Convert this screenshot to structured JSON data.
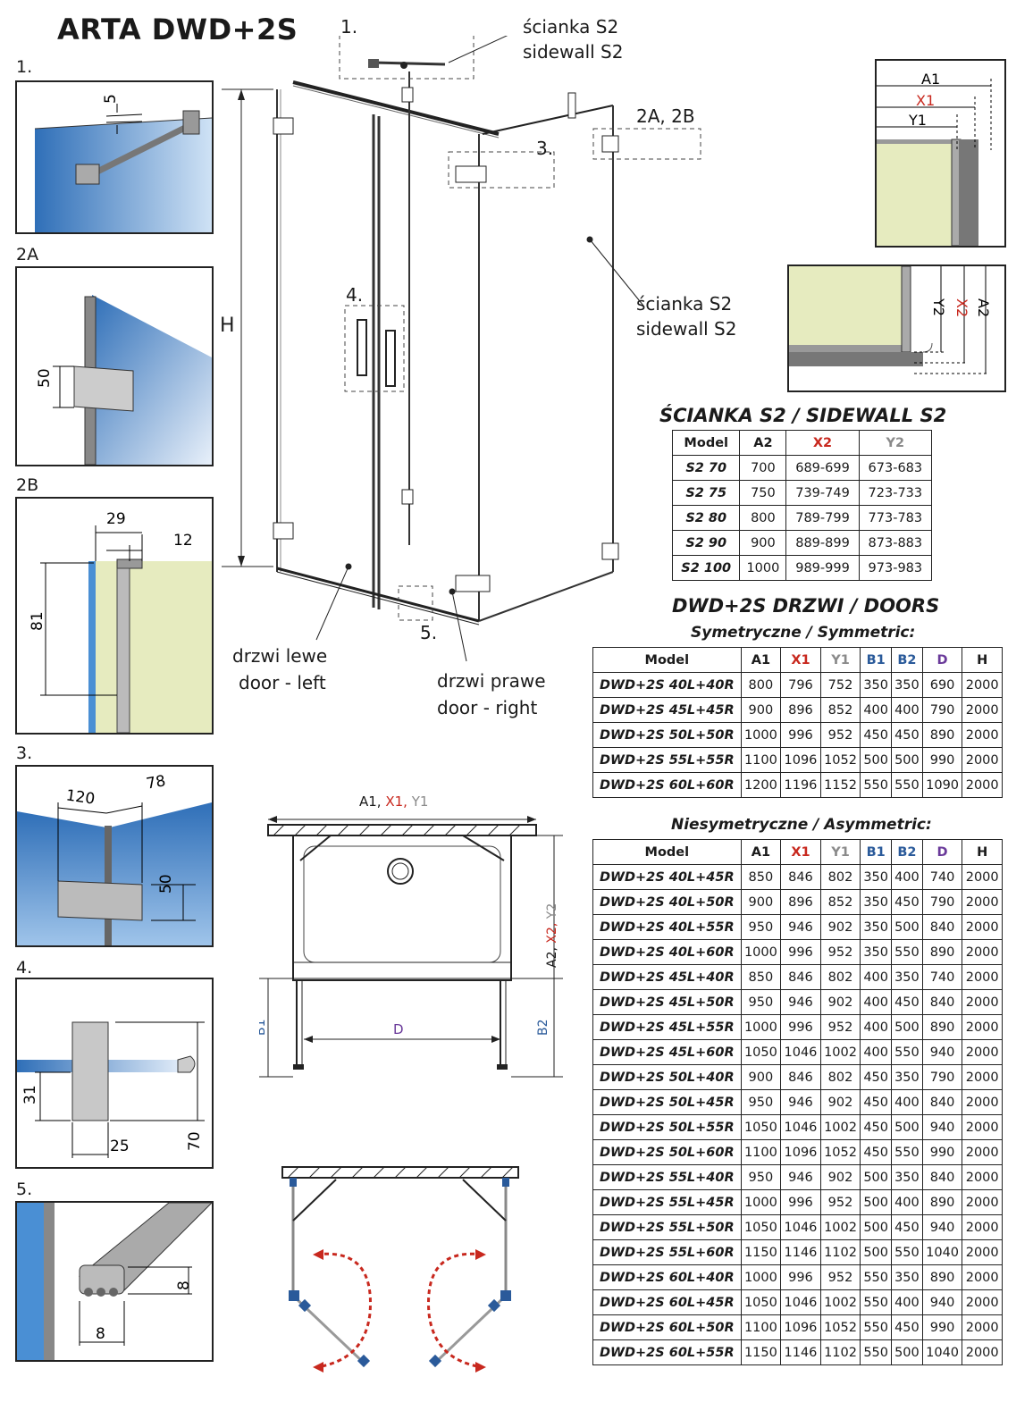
{
  "title": "ARTA DWD+2S",
  "callouts": {
    "c1": "1.",
    "sidewall_pl": "ścianka S2",
    "sidewall_en": "sidewall S2",
    "c2": "2A, 2B",
    "c3": "3.",
    "c4": "4.",
    "c5": "5.",
    "height": "H",
    "door_left_pl": "drzwi lewe",
    "door_left_en": "door - left",
    "door_right_pl": "drzwi prawe",
    "door_right_en": "door - right"
  },
  "detail_panels": [
    {
      "label": "1.",
      "dims": [
        "5"
      ]
    },
    {
      "label": "2A",
      "dims": [
        "50"
      ]
    },
    {
      "label": "2B",
      "dims": [
        "29",
        "12",
        "81"
      ]
    },
    {
      "label": "3.",
      "dims": [
        "120",
        "78",
        "50"
      ]
    },
    {
      "label": "4.",
      "dims": [
        "31",
        "25",
        "70"
      ]
    },
    {
      "label": "5.",
      "dims": [
        "8",
        "8"
      ]
    }
  ],
  "corner_details": {
    "top": {
      "a": "A1",
      "x": "X1",
      "y": "Y1"
    },
    "side": {
      "a": "A2",
      "x": "X2",
      "y": "Y2"
    }
  },
  "plan": {
    "width_a": "A1, ",
    "width_x": "X1,",
    "width_y": " Y1",
    "depth_a": "A2, ",
    "depth_x": "X2,",
    "depth_y": " Y2",
    "b1": "B1",
    "b2": "B2",
    "d": "D"
  },
  "colors": {
    "glass": "#4a8fd4",
    "wall": "#e6ebbf",
    "red": "#c8281e",
    "blue_label": "#2a5a9a",
    "purple_label": "#6a3a9a"
  },
  "sidewall_table": {
    "heading": "ŚCIANKA S2 / SIDEWALL S2",
    "columns": [
      "Model",
      "A2",
      "X2",
      "Y2"
    ],
    "rows": [
      [
        "S2 70",
        "700",
        "689-699",
        "673-683"
      ],
      [
        "S2 75",
        "750",
        "739-749",
        "723-733"
      ],
      [
        "S2 80",
        "800",
        "789-799",
        "773-783"
      ],
      [
        "S2 90",
        "900",
        "889-899",
        "873-883"
      ],
      [
        "S2 100",
        "1000",
        "989-999",
        "973-983"
      ]
    ]
  },
  "doors_heading": "DWD+2S DRZWI / DOORS",
  "symmetric_table": {
    "heading": "Symetryczne / Symmetric:",
    "columns": [
      "Model",
      "A1",
      "X1",
      "Y1",
      "B1",
      "B2",
      "D",
      "H"
    ],
    "rows": [
      [
        "DWD+2S 40L+40R",
        "800",
        "796",
        "752",
        "350",
        "350",
        "690",
        "2000"
      ],
      [
        "DWD+2S 45L+45R",
        "900",
        "896",
        "852",
        "400",
        "400",
        "790",
        "2000"
      ],
      [
        "DWD+2S 50L+50R",
        "1000",
        "996",
        "952",
        "450",
        "450",
        "890",
        "2000"
      ],
      [
        "DWD+2S 55L+55R",
        "1100",
        "1096",
        "1052",
        "500",
        "500",
        "990",
        "2000"
      ],
      [
        "DWD+2S 60L+60R",
        "1200",
        "1196",
        "1152",
        "550",
        "550",
        "1090",
        "2000"
      ]
    ]
  },
  "asymmetric_table": {
    "heading": "Niesymetryczne / Asymmetric:",
    "columns": [
      "Model",
      "A1",
      "X1",
      "Y1",
      "B1",
      "B2",
      "D",
      "H"
    ],
    "rows": [
      [
        "DWD+2S 40L+45R",
        "850",
        "846",
        "802",
        "350",
        "400",
        "740",
        "2000"
      ],
      [
        "DWD+2S 40L+50R",
        "900",
        "896",
        "852",
        "350",
        "450",
        "790",
        "2000"
      ],
      [
        "DWD+2S 40L+55R",
        "950",
        "946",
        "902",
        "350",
        "500",
        "840",
        "2000"
      ],
      [
        "DWD+2S 40L+60R",
        "1000",
        "996",
        "952",
        "350",
        "550",
        "890",
        "2000"
      ],
      [
        "DWD+2S 45L+40R",
        "850",
        "846",
        "802",
        "400",
        "350",
        "740",
        "2000"
      ],
      [
        "DWD+2S 45L+50R",
        "950",
        "946",
        "902",
        "400",
        "450",
        "840",
        "2000"
      ],
      [
        "DWD+2S 45L+55R",
        "1000",
        "996",
        "952",
        "400",
        "500",
        "890",
        "2000"
      ],
      [
        "DWD+2S 45L+60R",
        "1050",
        "1046",
        "1002",
        "400",
        "550",
        "940",
        "2000"
      ],
      [
        "DWD+2S 50L+40R",
        "900",
        "846",
        "802",
        "450",
        "350",
        "790",
        "2000"
      ],
      [
        "DWD+2S 50L+45R",
        "950",
        "946",
        "902",
        "450",
        "400",
        "840",
        "2000"
      ],
      [
        "DWD+2S 50L+55R",
        "1050",
        "1046",
        "1002",
        "450",
        "500",
        "940",
        "2000"
      ],
      [
        "DWD+2S 50L+60R",
        "1100",
        "1096",
        "1052",
        "450",
        "550",
        "990",
        "2000"
      ],
      [
        "DWD+2S 55L+40R",
        "950",
        "946",
        "902",
        "500",
        "350",
        "840",
        "2000"
      ],
      [
        "DWD+2S 55L+45R",
        "1000",
        "996",
        "952",
        "500",
        "400",
        "890",
        "2000"
      ],
      [
        "DWD+2S 55L+50R",
        "1050",
        "1046",
        "1002",
        "500",
        "450",
        "940",
        "2000"
      ],
      [
        "DWD+2S 55L+60R",
        "1150",
        "1146",
        "1102",
        "500",
        "550",
        "1040",
        "2000"
      ],
      [
        "DWD+2S 60L+40R",
        "1000",
        "996",
        "952",
        "550",
        "350",
        "890",
        "2000"
      ],
      [
        "DWD+2S 60L+45R",
        "1050",
        "1046",
        "1002",
        "550",
        "400",
        "940",
        "2000"
      ],
      [
        "DWD+2S 60L+50R",
        "1100",
        "1096",
        "1052",
        "550",
        "450",
        "990",
        "2000"
      ],
      [
        "DWD+2S 60L+55R",
        "1150",
        "1146",
        "1102",
        "550",
        "500",
        "1040",
        "2000"
      ]
    ]
  }
}
